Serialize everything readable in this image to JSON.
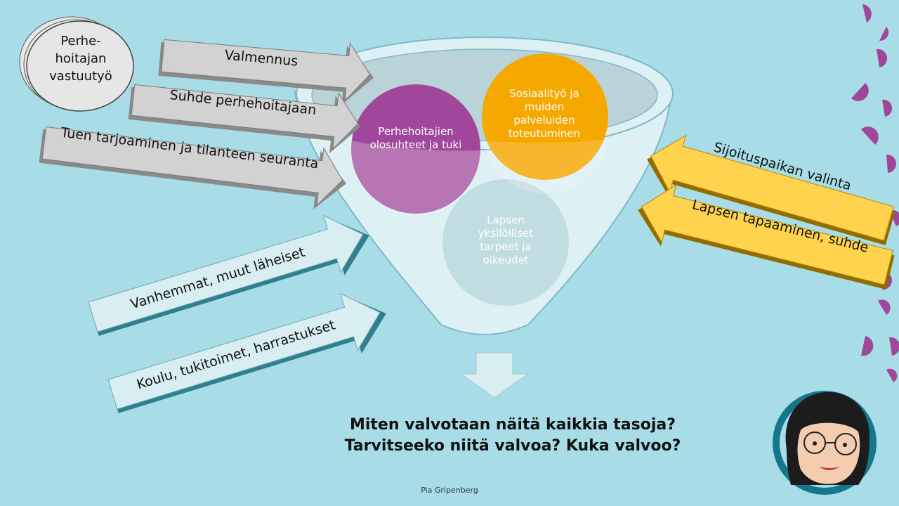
{
  "badge": {
    "text": "Perhe-\nhoitajan\nvastuutyö"
  },
  "left_arrows": [
    {
      "label": "Valmennus"
    },
    {
      "label": "Suhde perhehoitajaan"
    },
    {
      "label": "Tuen tarjoaminen ja tilanteen seuranta"
    }
  ],
  "bottom_arrows": [
    {
      "label": "Vanhemmat, muut läheiset"
    },
    {
      "label": "Koulu, tukitoimet, harrastukset"
    }
  ],
  "right_arrows": [
    {
      "label": "Sijoituspaikan valinta"
    },
    {
      "label": "Lapsen tapaaminen, suhde"
    }
  ],
  "circles": [
    {
      "label": "Perhehoitajien olosuhteet ja tuki",
      "color": "#a0479b"
    },
    {
      "label": "Sosiaalityö ja muiden palveluiden toteutuminen",
      "color": "#f5a800"
    },
    {
      "label": "Lapsen yksilölliset tarpeet ja oikeudet",
      "color": "#c2dde1"
    }
  ],
  "questions": {
    "line1": "Miten valvotaan näitä kaikkia tasoja?",
    "line2": "Tarvitseeko niitä valvoa? Kuka valvoo?"
  },
  "footer": {
    "author": "Pia Gripenberg"
  },
  "colors": {
    "background": "#a8dde8",
    "purple": "#a0479b",
    "orange": "#f5a800",
    "yellow": "#ffd34d",
    "gray_arrow": "#d2d2d2",
    "light_arrow": "#d9eef0",
    "avatar_ring": "#15788a"
  }
}
